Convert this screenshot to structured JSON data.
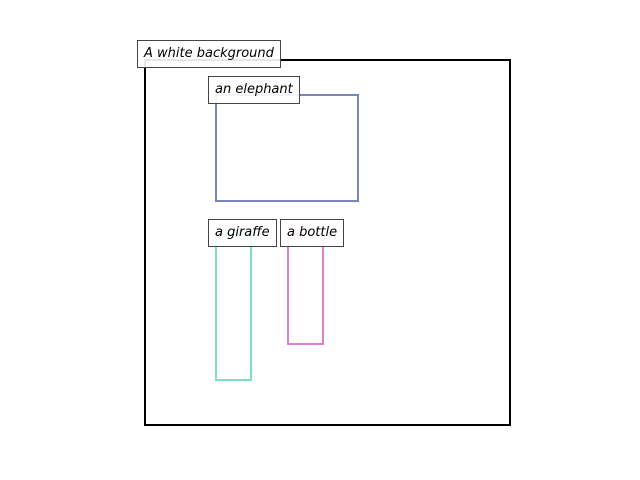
{
  "regions": [
    {
      "id": "bg",
      "label": "A white background",
      "color": "#000000"
    },
    {
      "id": "elephant",
      "label": "an elephant",
      "color": "#7a82c0"
    },
    {
      "id": "giraffe",
      "label": "a giraffe",
      "color": "#7fe0c0"
    },
    {
      "id": "bottle",
      "label": "a bottle",
      "color": "#dd80cc"
    }
  ]
}
